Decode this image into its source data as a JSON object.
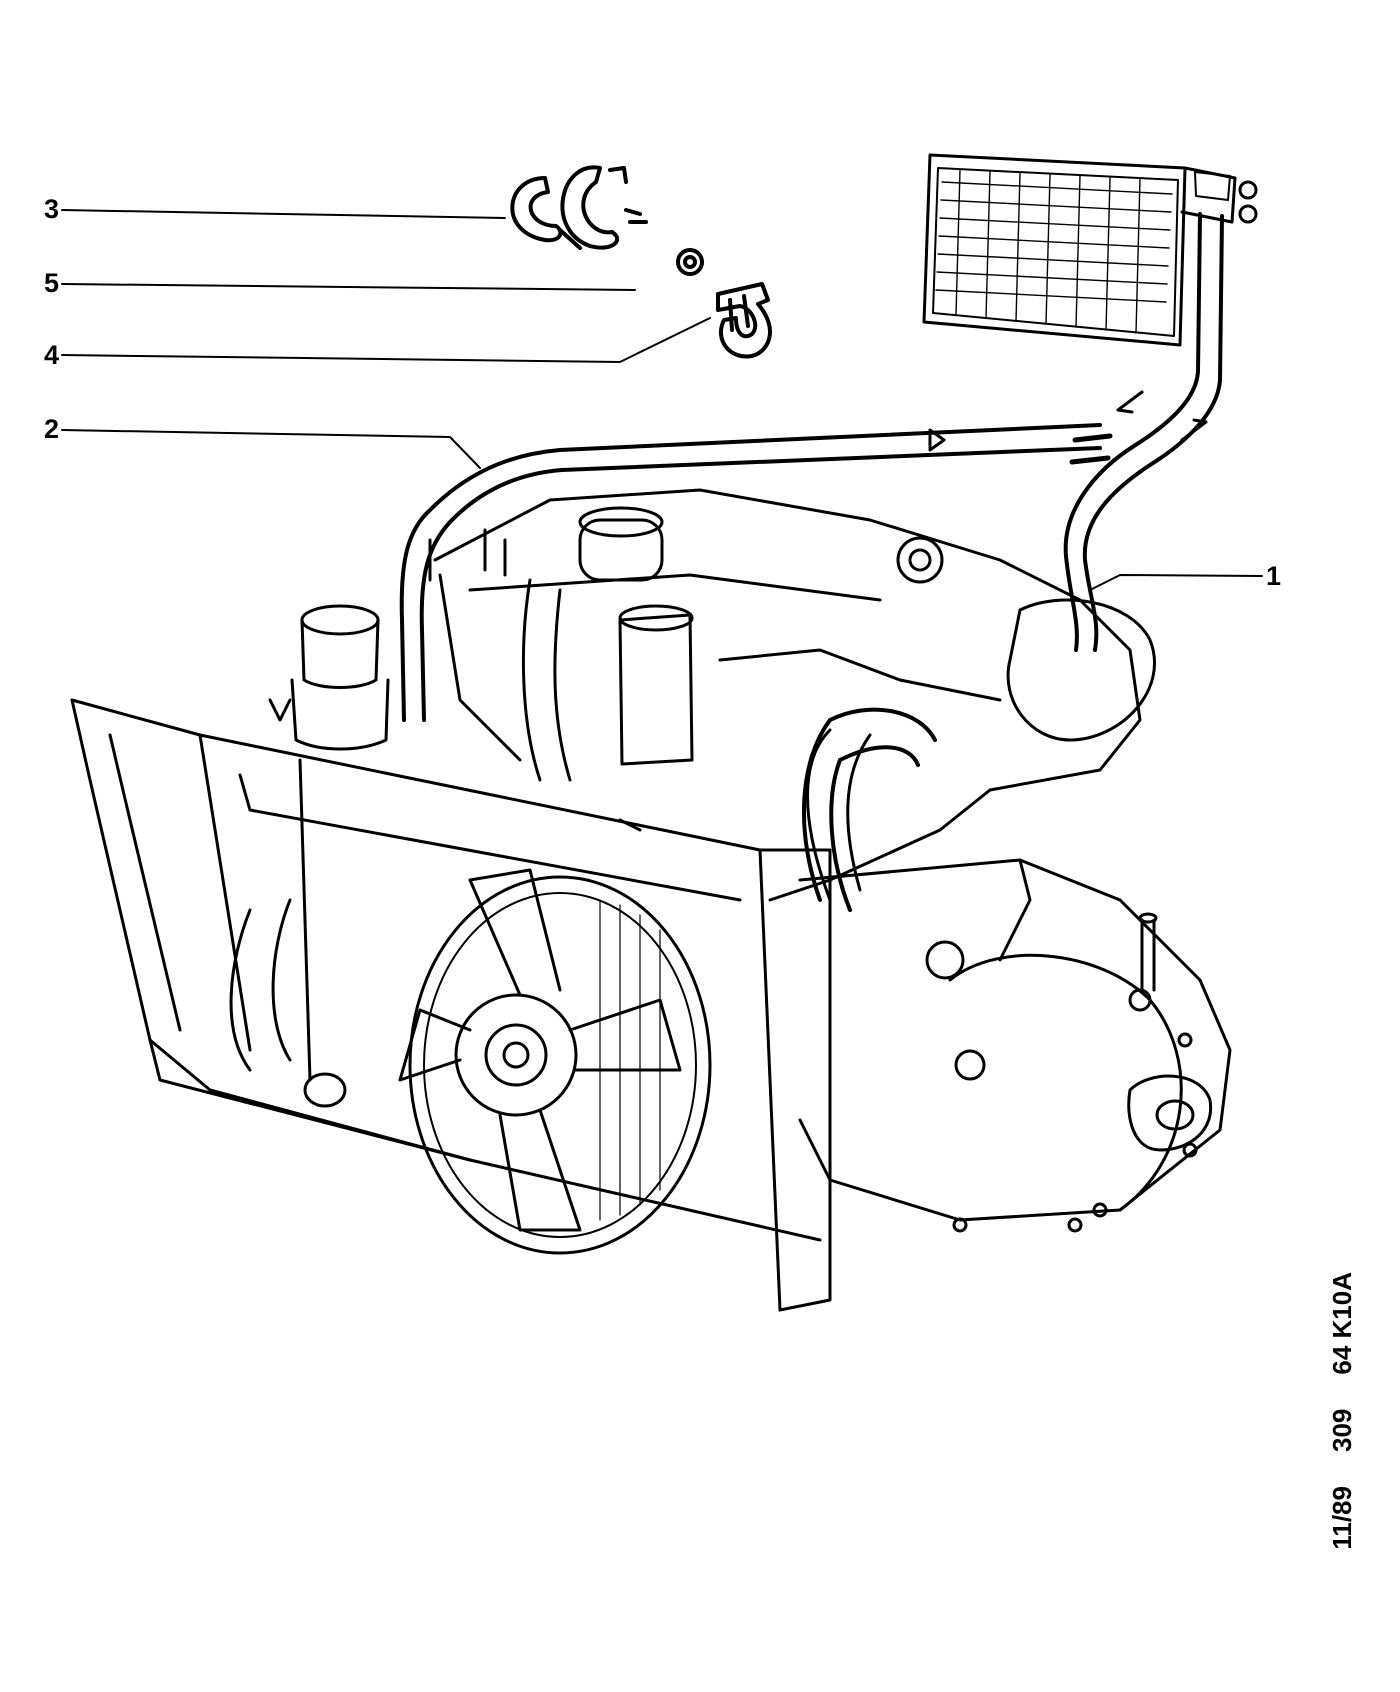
{
  "callouts": {
    "c1": "1",
    "c2": "2",
    "c3": "3",
    "c4": "4",
    "c5": "5"
  },
  "footer": {
    "date": "11/89",
    "model": "309",
    "reference": "64 K10A"
  },
  "colors": {
    "ink": "#000000",
    "paper": "#ffffff"
  }
}
